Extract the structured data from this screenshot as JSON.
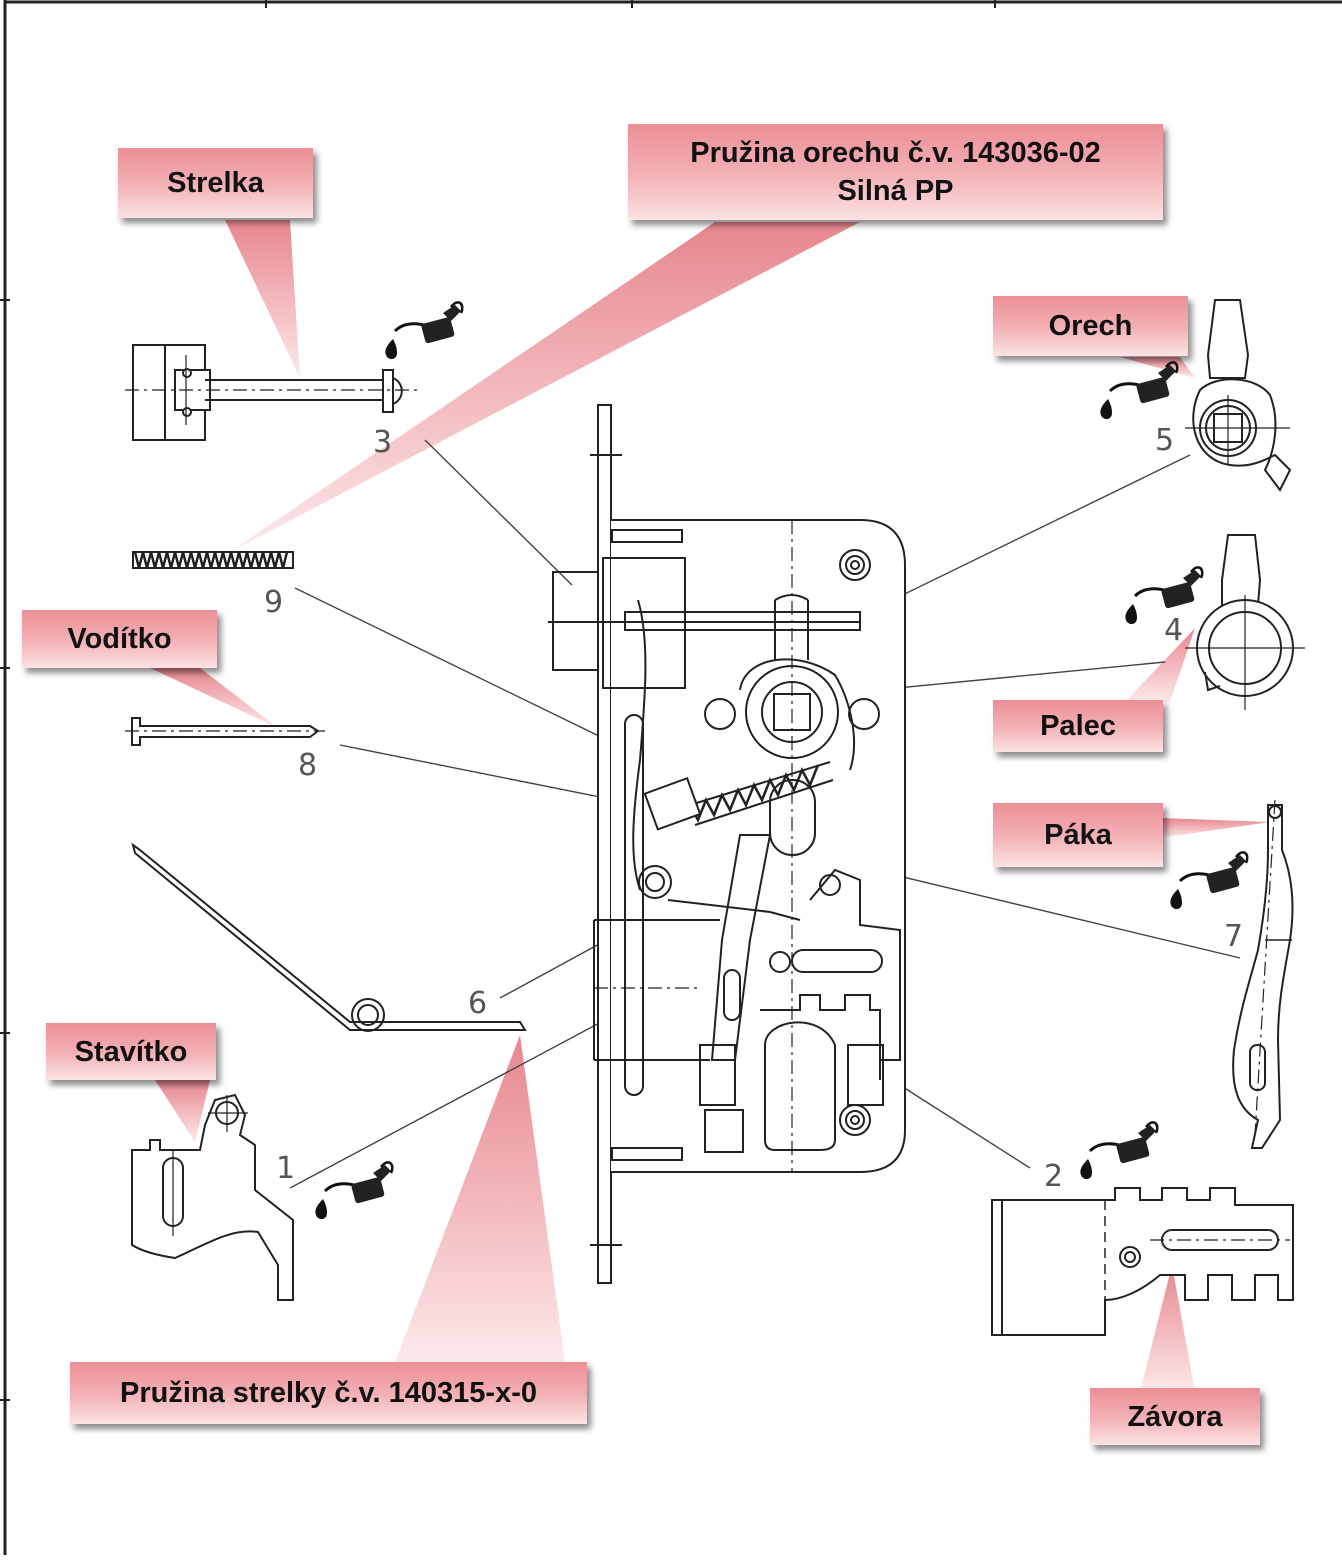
{
  "callouts": {
    "strelka": "Strelka",
    "pruzina_orechu_line1": "Pružina orechu č.v. 143036-02",
    "pruzina_orechu_line2": "Silná PP",
    "orech": "Orech",
    "voditko": "Vodítko",
    "palec": "Palec",
    "paka": "Páka",
    "stavitko": "Stavítko",
    "pruzina_strelky": "Pružina strelky č.v. 140315-x-0",
    "zavora": "Závora"
  },
  "part_numbers": {
    "p1": "1",
    "p2": "2",
    "p3": "3",
    "p4": "4",
    "p5": "5",
    "p6": "6",
    "p7": "7",
    "p8": "8",
    "p9": "9"
  },
  "icons": {
    "lubrication": "oil-can-icon"
  },
  "colors": {
    "callout_top": "#ec8e95",
    "callout_bottom": "#fbe3e4",
    "line": "#333333",
    "pointer": "#e9979c"
  }
}
